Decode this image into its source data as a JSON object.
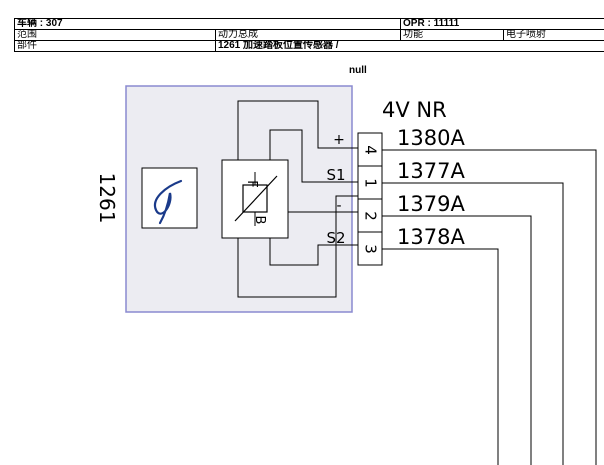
{
  "header": {
    "vehicle": "车辆 : 307",
    "opr": "OPR : 11111",
    "scope_label": "范围",
    "scope_value": "动力总成",
    "function_label": "功能",
    "function_value": "电子喷射",
    "part_label": "部件",
    "part_value": "1261 加速踏板位置传感器 /"
  },
  "null_text": "null",
  "component": {
    "code": "1261",
    "connector_label": "4V NR",
    "pin_signs": [
      "+",
      "S1",
      "-",
      "S2"
    ],
    "pin_numbers": [
      "4",
      "1",
      "2",
      "3"
    ],
    "wires": [
      "1380A",
      "1377A",
      "1379A",
      "1378A"
    ],
    "resistor_letters": [
      "F",
      "B"
    ]
  },
  "colors": {
    "box_fill": "#ececf2",
    "box_border": "#8a8ad0",
    "logo_curve": "#1a3a8a"
  }
}
